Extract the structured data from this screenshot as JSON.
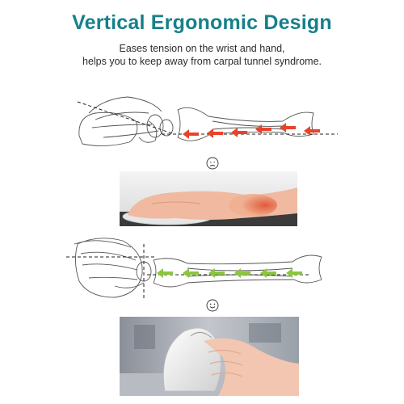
{
  "header": {
    "title": "Vertical Ergonomic Design",
    "subtitle_line1": "Eases tension on the wrist and hand,",
    "subtitle_line2": "helps you to keep away from carpal tunnel syndrome."
  },
  "colors": {
    "title": "#17808a",
    "bad_arrows": "#e8432a",
    "good_arrows": "#8cc63f"
  },
  "panels": {
    "flat_mouse": {
      "emoji_icon": "sad-face-icon",
      "arrow_direction": "left"
    },
    "vertical_mouse": {
      "emoji_icon": "happy-face-icon",
      "arrow_direction": "left"
    }
  }
}
